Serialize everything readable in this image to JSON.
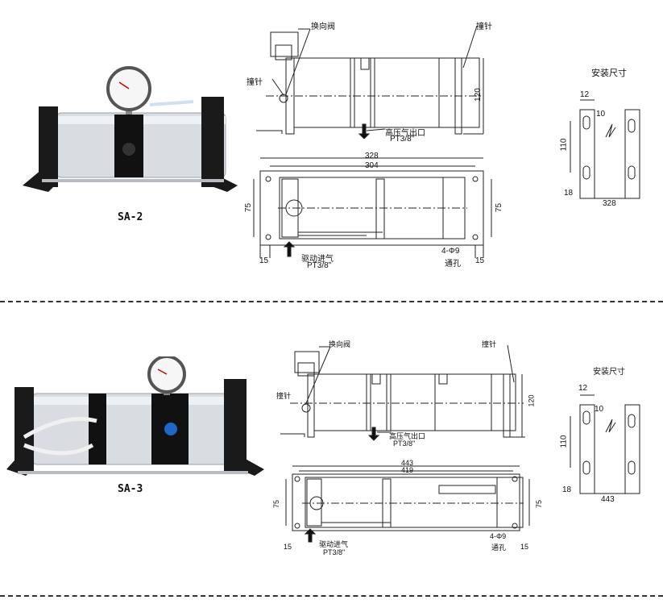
{
  "colors": {
    "line": "#222222",
    "frame": "#1a1a1a",
    "cylinder": "#d9dde2",
    "accent": "#1e66c8"
  },
  "sections": [
    {
      "model": "SA-2",
      "labels": {
        "valve": "换向阀",
        "striker_left": "撞针",
        "striker_right": "撞针",
        "outlet": "高压气出口",
        "outlet_thread": "PT3/8\"",
        "drive_inlet": "驱动进气",
        "drive_thread": "PT3/8\"",
        "holes": "4-Φ9",
        "holes_label": "通孔",
        "install": "安装尺寸"
      },
      "dims": {
        "height": "120",
        "overall": "328",
        "inner": "304",
        "width_left": "75",
        "width_right": "75",
        "margin_left": "15",
        "margin_right": "15",
        "mount_12": "12",
        "mount_10": "10",
        "mount_110": "110",
        "mount_18": "18",
        "mount_len": "328"
      }
    },
    {
      "model": "SA-3",
      "labels": {
        "valve": "换向阀",
        "striker_left": "撞针",
        "striker_right": "撞针",
        "outlet": "高压气出口",
        "outlet_thread": "PT3/8\"",
        "drive_inlet": "驱动进气",
        "drive_thread": "PT3/8\"",
        "holes": "4-Φ9",
        "holes_label": "通孔",
        "install": "安装尺寸"
      },
      "dims": {
        "height": "120",
        "overall": "443",
        "inner": "419",
        "width_left": "75",
        "width_right": "75",
        "margin_left": "15",
        "margin_right": "15",
        "mount_12": "12",
        "mount_10": "10",
        "mount_110": "110",
        "mount_18": "18",
        "mount_len": "443"
      }
    }
  ]
}
